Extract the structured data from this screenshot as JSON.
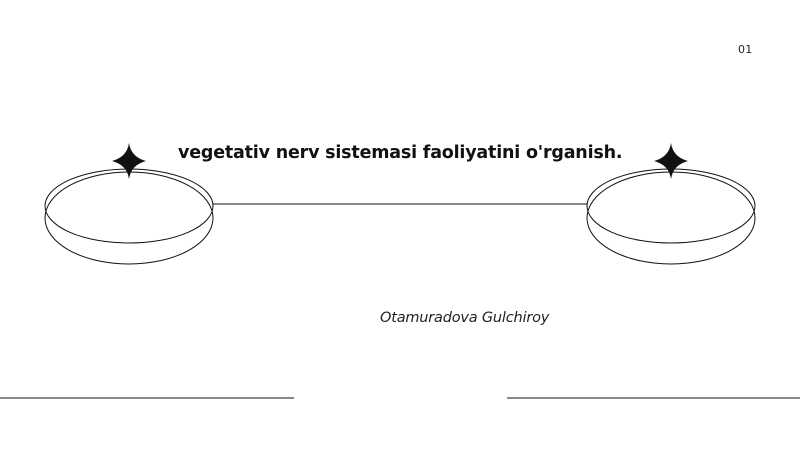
{
  "slide": {
    "page_number": "01",
    "title": "vegetativ nerv sistemasi faoliyatini o'rganish.",
    "author": "Otamuradova Gulchiroy"
  },
  "icons": {
    "left_decor": "orbit-rings-with-sparkle-star",
    "right_decor": "orbit-rings-with-sparkle-star"
  },
  "colors": {
    "background": "#ffffff",
    "ink": "#111111"
  }
}
